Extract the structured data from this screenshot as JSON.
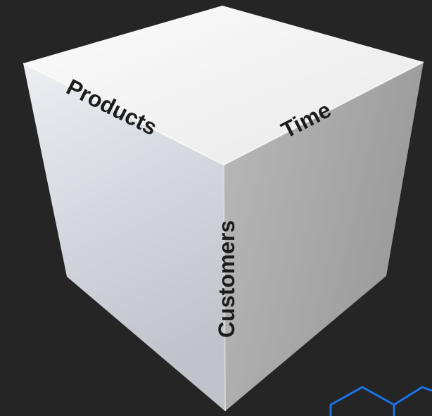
{
  "diagram": {
    "labels": {
      "products": "Products",
      "time": "Time",
      "customers": "Customers"
    }
  },
  "colors": {
    "background": "#252525",
    "cube_top": "#f4f4f4",
    "cube_left": "#cfd2d8",
    "cube_right": "#a4a4a4",
    "text": "#1c1c1c",
    "accent": "#1a73e8"
  },
  "icons": {
    "corner": "hexagon-outline-icon"
  }
}
